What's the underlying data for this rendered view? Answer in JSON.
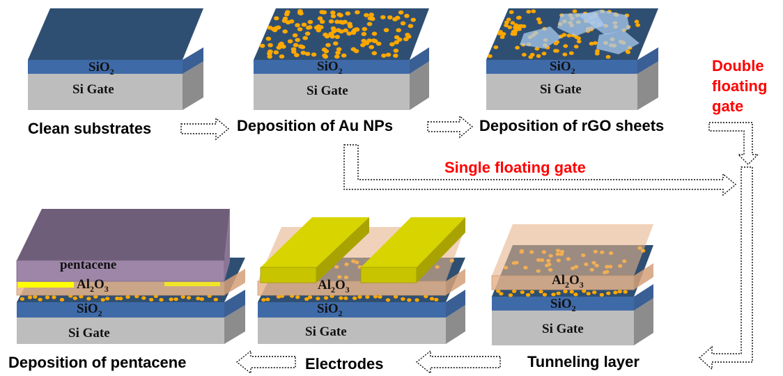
{
  "colors": {
    "sio2_top": "#2f4f72",
    "sio2_front": "#3f6aa8",
    "si_front": "#bdbdbd",
    "si_side": "#8c8c8c",
    "np": "#ffa800",
    "rgo": "#a9c9ee",
    "al2o3": "#e6b48c",
    "electrode": "#c9c400",
    "pentacene": "#6e5e7a",
    "highlight": "#ff0000",
    "arrow": "#000000"
  },
  "layers": {
    "si_gate": "Si Gate",
    "sio2_base": "SiO",
    "sio2_sub": "2",
    "al2o3_a": "Al",
    "al2o3_a_sub": "2",
    "al2o3_o": "O",
    "al2o3_o_sub": "3",
    "pentacene": "pentacene"
  },
  "steps": {
    "clean": "Clean substrates",
    "au": "Deposition of Au NPs",
    "rgo": "Deposition of rGO sheets",
    "tunneling": "Tunneling layer",
    "electrodes": "Electrodes",
    "pentacene": "Deposition of pentacene"
  },
  "paths": {
    "double_line1": "Double",
    "double_line2": "floating",
    "double_line3": "gate",
    "single": "Single floating gate"
  }
}
